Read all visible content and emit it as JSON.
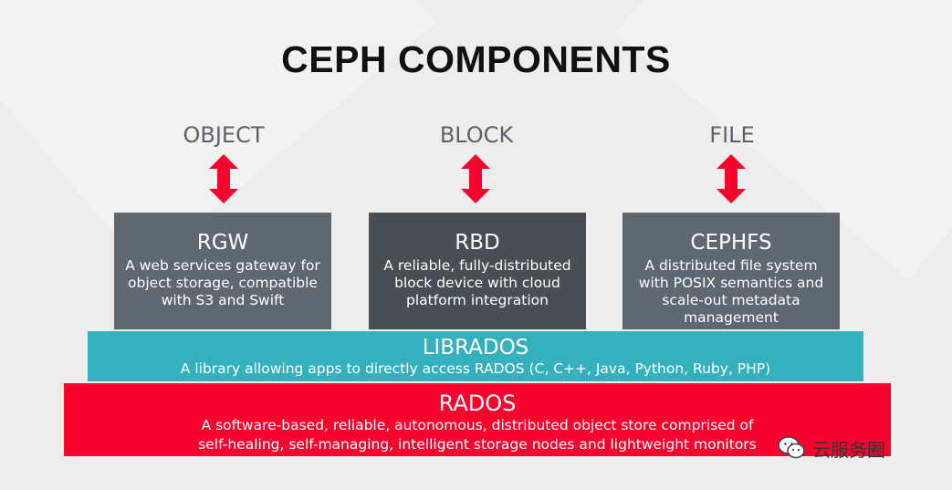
{
  "title": "CEPH COMPONENTS",
  "interfaces": [
    {
      "label": "OBJECT"
    },
    {
      "label": "BLOCK"
    },
    {
      "label": "FILE"
    }
  ],
  "components": [
    {
      "title": "RGW",
      "desc": "A web services gateway for object storage, compatible with S3 and Swift"
    },
    {
      "title": "RBD",
      "desc": "A reliable, fully-distributed block device with cloud platform integration"
    },
    {
      "title": "CEPHFS",
      "desc": "A distributed file system with POSIX semantics and scale-out metadata management"
    }
  ],
  "librados": {
    "title": "LIBRADOS",
    "desc": "A library allowing apps to directly access RADOS (C, C++, Java, Python, Ruby, PHP)"
  },
  "rados": {
    "title": "RADOS",
    "desc_line1": "A software-based, reliable, autonomous, distributed object store comprised of",
    "desc_line2": "self-healing, self-managing, intelligent storage nodes and lightweight monitors"
  },
  "watermark": {
    "text": "云服务圈",
    "icon": "wechat-icon"
  },
  "colors": {
    "arrow": "#f6042d",
    "rgw_box": "#5e6870",
    "rbd_box": "#474e54",
    "cephfs_box": "#5e6870",
    "librados_bar": "#35b1bd",
    "rados_bar": "#f6042d"
  }
}
